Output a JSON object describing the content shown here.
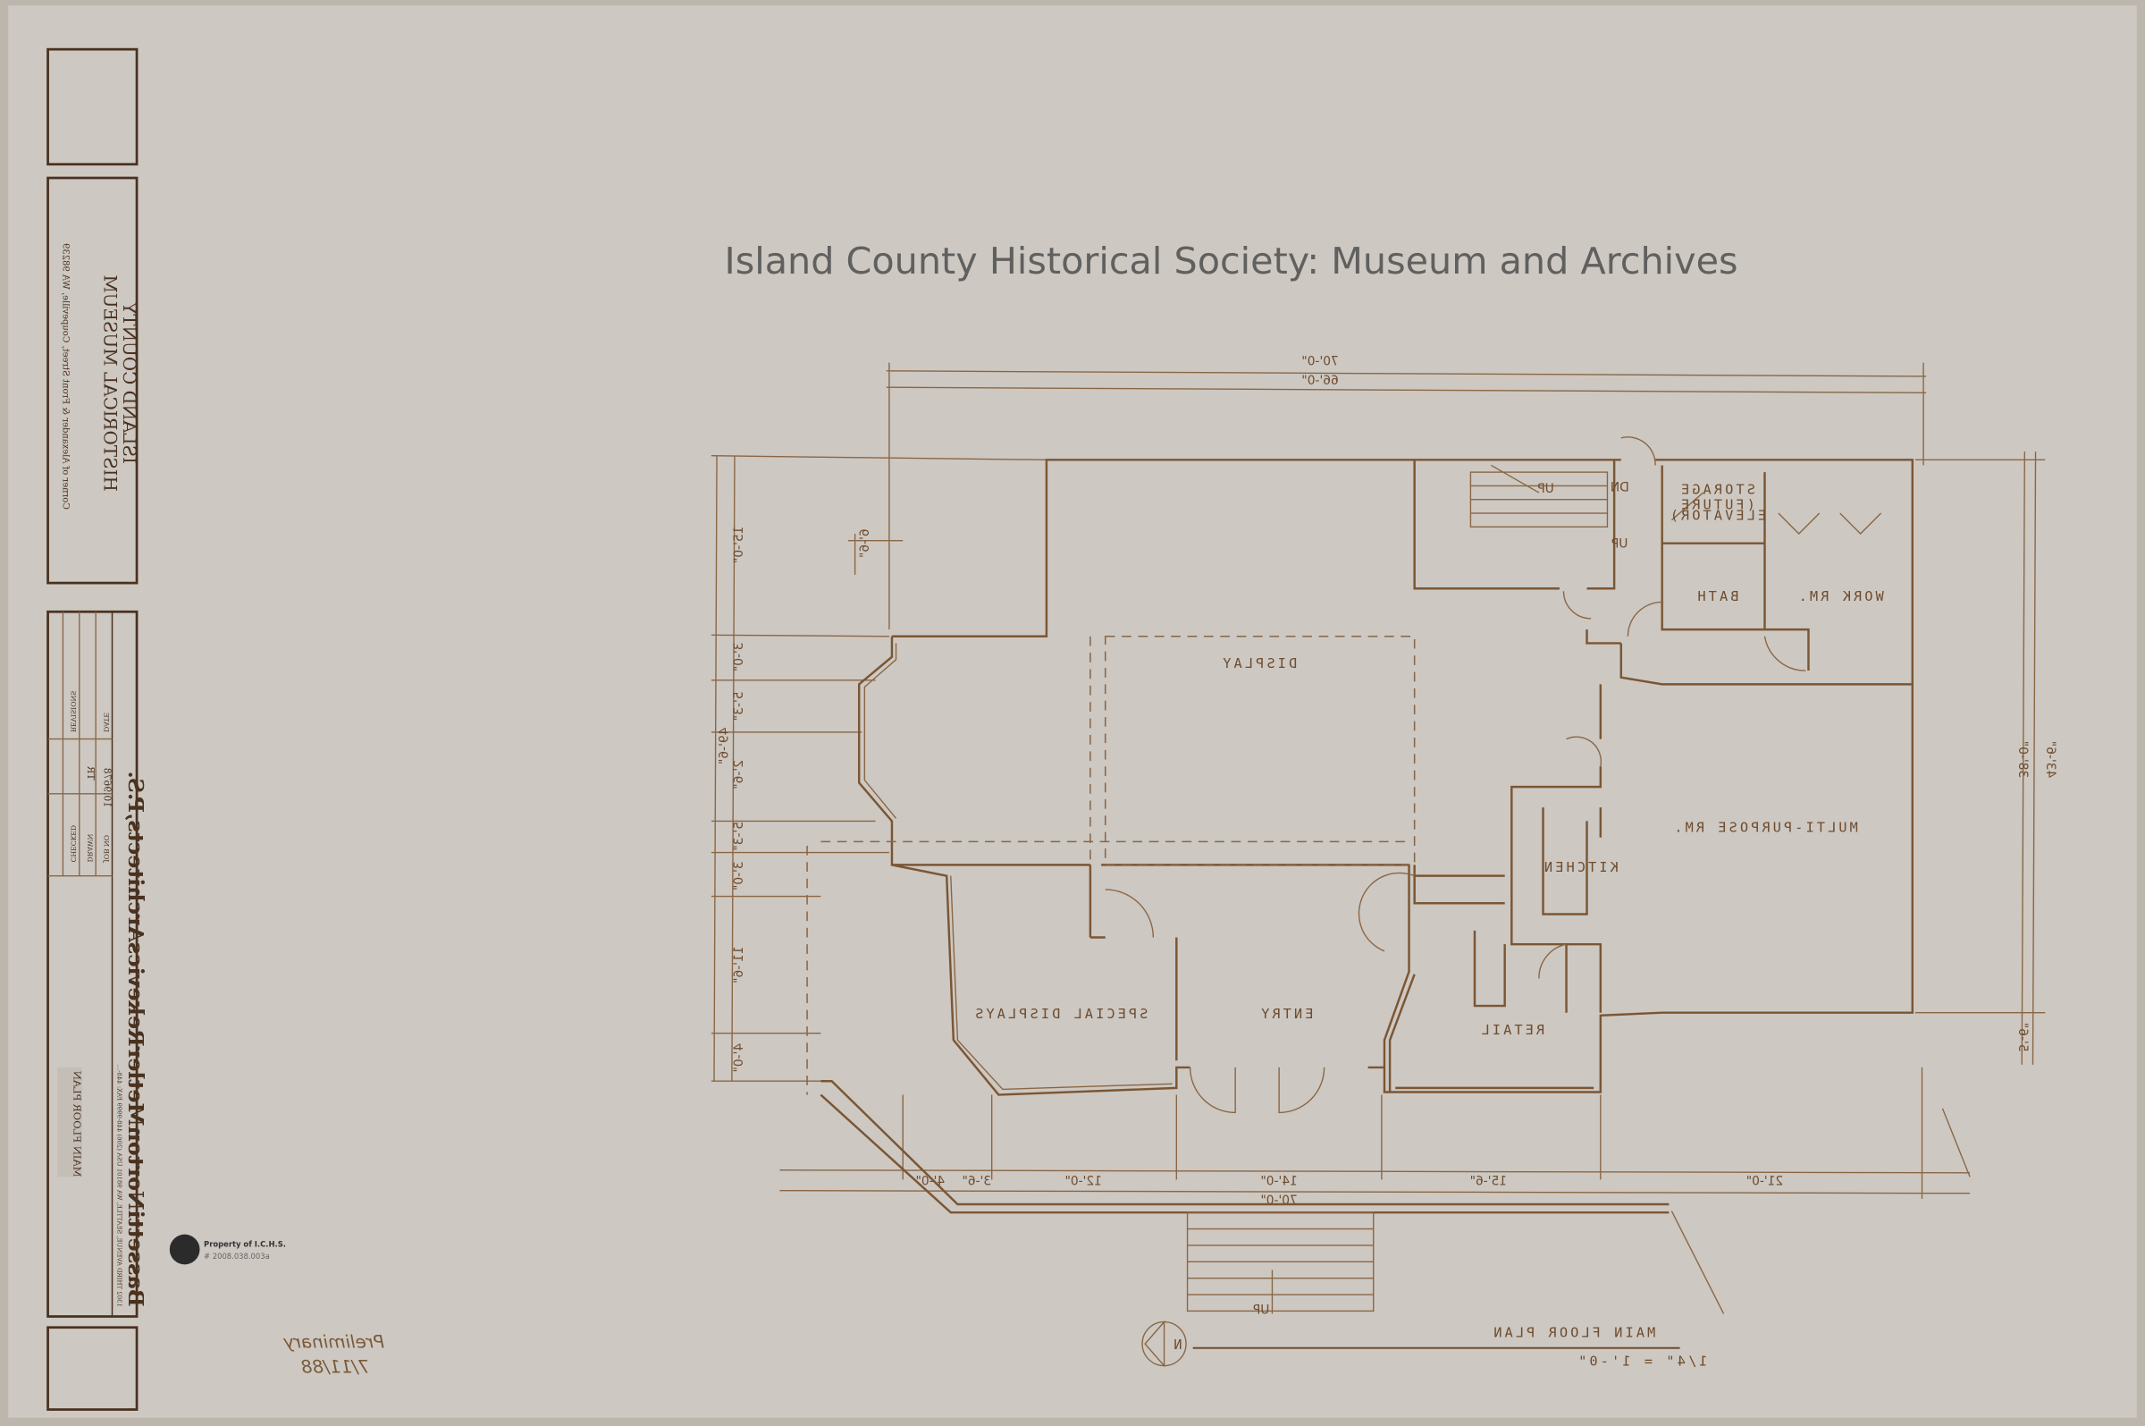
{
  "colors": {
    "paper": "#cdc8c2",
    "ink": "#7b5634",
    "frame": "#4a3220"
  },
  "watermark": "Island County Historical Society: Museum and Archives",
  "title_block": {
    "project_line1": "ISLAND COUNTY",
    "project_line2": "HISTORICAL MUSEUM",
    "project_address": "Corner of Alexander & Front Street, Coupeville, WA 98239",
    "firm_name": "BassettiNortonMetlerRekevicsArchitects,P.S.",
    "firm_address": "1302 THIRD AVENUE, SEATTLE, WA 98101 USA (206) 448-9999 FAX: 448-...",
    "job_no_label": "JOB NO",
    "job_no": "10.9678",
    "drawn_label": "DRAWN",
    "drawn": "TR",
    "checked_label": "CHECKED",
    "date_label": "DATE",
    "revisions_label": "REVISIONS",
    "sheet_title": "MAIN FLOOR PLAN"
  },
  "stamp": {
    "text": "Property of I.C.H.S.",
    "number": "# 2008.038.003a"
  },
  "annotation": {
    "line1": "Preliminary",
    "line2": "7/11/88"
  },
  "plan": {
    "title": "MAIN FLOOR PLAN",
    "scale": "1/4\" = 1'-0\"",
    "north": "N",
    "rooms": {
      "display": "DISPLAY",
      "special_displays": "SPECIAL DISPLAYS",
      "entry": "ENTRY",
      "retail": "RETAIL",
      "kitchen": "KITCHEN",
      "multi_purpose": "MULTI-PURPOSE RM.",
      "work_rm": "WORK RM.",
      "bath": "BATH",
      "storage": "STORAGE",
      "storage_note1": "(FUTURE",
      "storage_note2": "ELEVATOR)"
    },
    "stair_labels": {
      "up_main": "UP",
      "dn": "DN",
      "up_stair": "UP",
      "up_porch": "UP"
    },
    "dimensions": {
      "top_overall": "70'-0\"",
      "top_building": "66'-0\"",
      "right_overall": "43'-6\"",
      "right_main": "38'-0\"",
      "right_small": "5'-6\"",
      "left_overall": "49'-6\"",
      "left": [
        "15'-0\"",
        "3'-0\"",
        "5'-3\"",
        "2'-6\"",
        "5'-3\"",
        "3'-0\"",
        "11'-6\"",
        "4'-0\""
      ],
      "left_inner": "6'-6\"",
      "bottom": [
        "4'-0\"",
        "3'-6\"",
        "12'-0\"",
        "14'-0\"",
        "15'-6\"",
        "21'-0\""
      ],
      "bottom_overall": "70'-0\""
    }
  }
}
